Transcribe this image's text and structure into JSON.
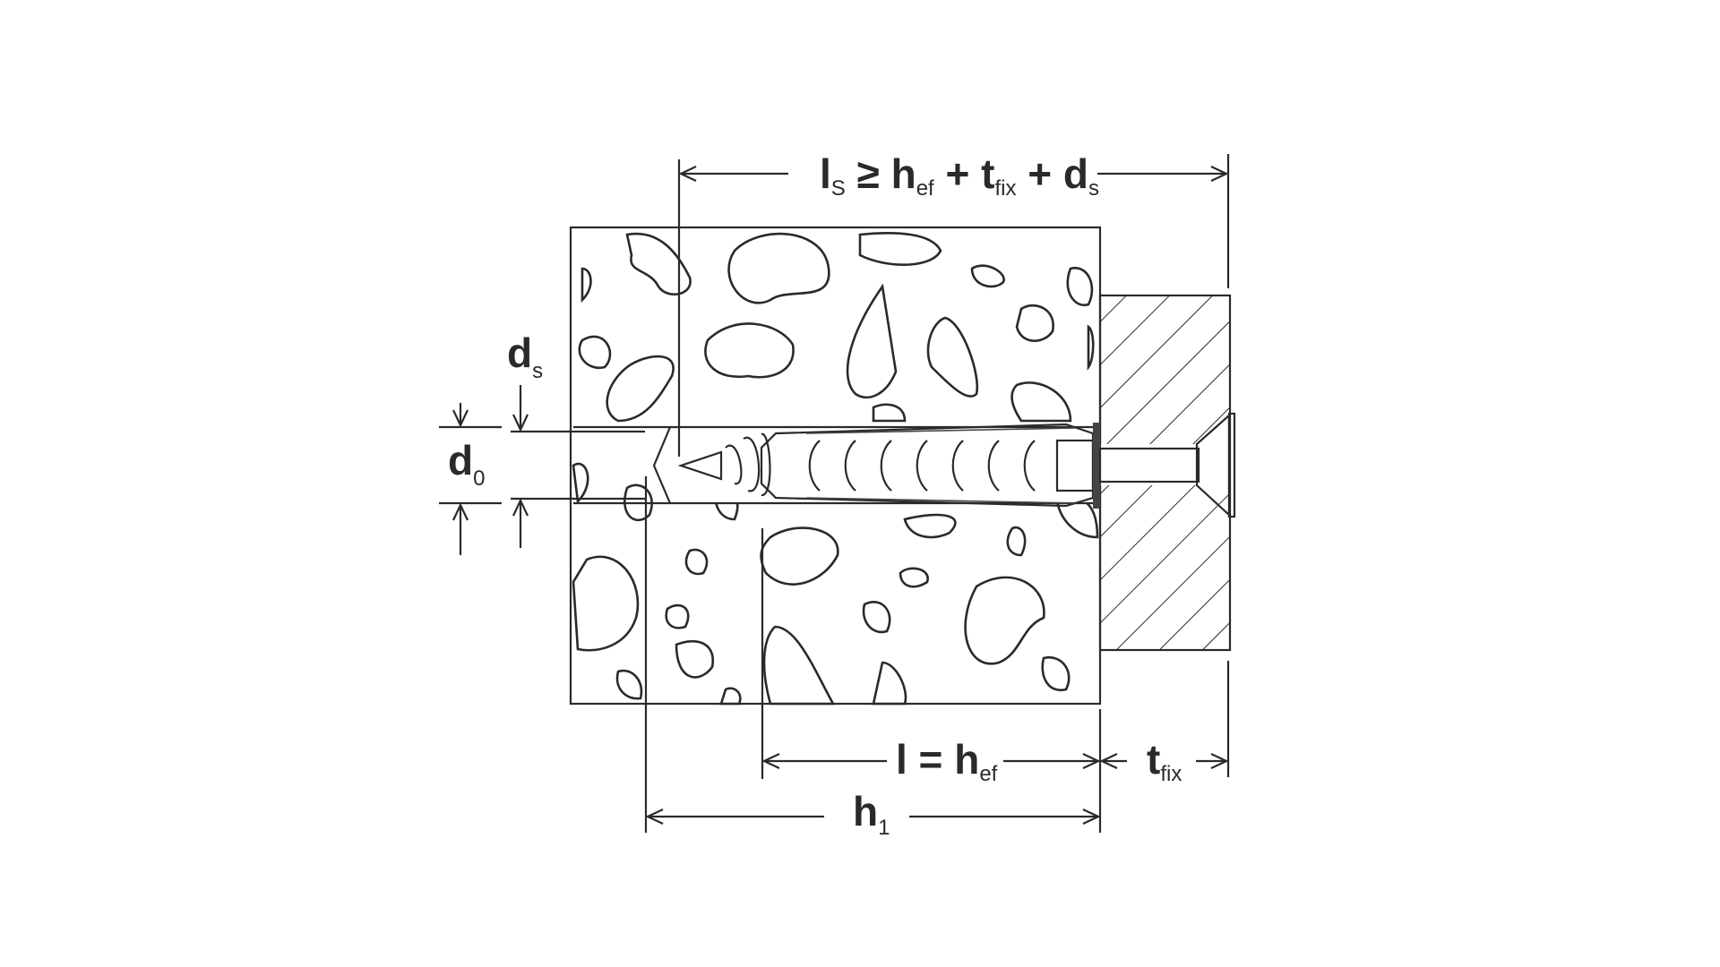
{
  "diagram": {
    "title": "Anchor installation dimensions",
    "labels": {
      "total_length": {
        "main": "l",
        "main_sub": "S",
        "geq": " ≥ h",
        "hef_sub": "ef",
        "plus1": " + t",
        "tfix_sub": "fix",
        "plus2": " + d",
        "ds_sub": "s"
      },
      "embed_length": {
        "main": "l = h",
        "sub": "ef"
      },
      "fixture_thickness": {
        "main": "t",
        "sub": "fix"
      },
      "hole_depth": {
        "main": "h",
        "sub": "1"
      },
      "screw_diameter": {
        "main": "d",
        "sub": "s"
      },
      "drill_diameter": {
        "main": "d",
        "sub": "0"
      }
    },
    "colors": {
      "line": "#2a2a2a",
      "background": "#ffffff"
    }
  }
}
